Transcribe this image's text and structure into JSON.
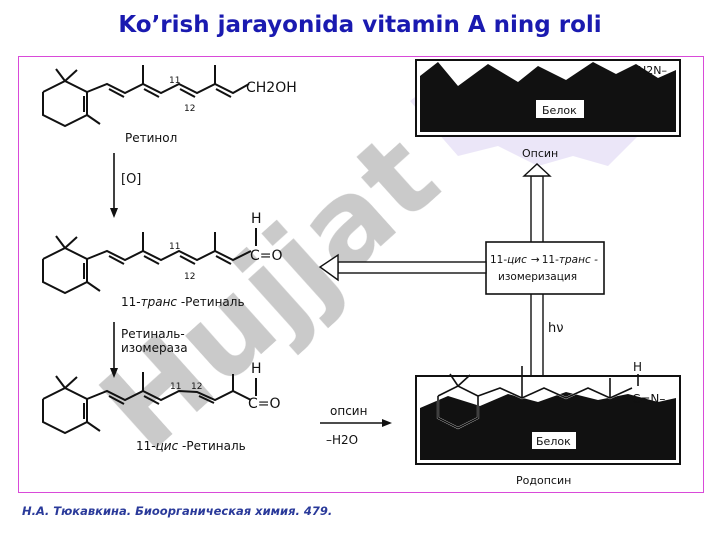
{
  "title": "Ko’rish jarayonida vitamin A ning roli",
  "source": "Н.А. Тюкавкина. Биоорганическая химия. 479.",
  "watermark": "Hujjat",
  "scheme": {
    "retinol": {
      "name": "Ретинол",
      "group": "CH2OH",
      "num11": "11",
      "num12": "12"
    },
    "step_oxidation": "[O]",
    "trans_retinal": {
      "prefix": "11-",
      "italic": "транс",
      "suffix": " -Ретиналь",
      "h": "H",
      "co": "C=O",
      "num11": "11",
      "num12": "12"
    },
    "isomerase": {
      "line1": "Ретиналь-",
      "line2": "изомераза"
    },
    "cis_retinal": {
      "prefix": "11-",
      "italic": "цис",
      "suffix": " -Ретиналь",
      "h": "H",
      "co": "C=O",
      "num11": "11",
      "num12": "12"
    },
    "opsin_reaction": {
      "reagent": "опсин",
      "byproduct": "–H2O"
    },
    "opsin_box": {
      "protein": "Белок",
      "amine": "H2N–",
      "label": "Опсин"
    },
    "isomerization": {
      "line1_a": "11-",
      "line1_cis": "цис",
      "line1_b": "11-",
      "line1_trans": "транс -",
      "line2": "изомеризация"
    },
    "light": "hν",
    "rhodopsin_box": {
      "protein": "Белок",
      "h": "H",
      "imine": "C=N–",
      "label": "Родопсин"
    }
  }
}
